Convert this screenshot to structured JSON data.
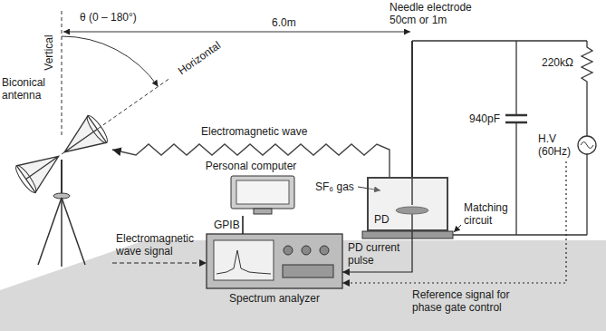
{
  "diagram": {
    "nodes": [
      {
        "text": [
          "Biconical antenna"
        ]
      },
      {
        "text": [
          "H.V (60Hz)"
        ]
      },
      {
        "text": [
          "Personal computer"
        ]
      },
      {
        "text": [
          "PD"
        ]
      },
      {
        "text": [
          "Spectrum analyzer"
        ]
      }
    ],
    "edges": [
      {
        "from": 3,
        "to": 0,
        "arrow": "to",
        "label": "Electromagnetic wave"
      },
      {
        "from": 2,
        "to": 4,
        "arrow": "none",
        "label": "GPIB"
      },
      {
        "from": 0,
        "to": 4,
        "arrow": "to",
        "label": "Electromagnetic wave signal"
      },
      {
        "from": 3,
        "to": 4,
        "arrow": "to",
        "label": "PD current pulse"
      },
      {
        "from": 1,
        "to": 4,
        "arrow": "to",
        "label": "Reference signal for phase gate control"
      }
    ],
    "labels": [
      "Vertical",
      "θ (0 – 180°)",
      "Horizontal",
      "6.0m",
      "Needle electrode 50cm or 1m",
      "220kΩ",
      "940pF",
      "SF₆ gas",
      "Matching circuit"
    ]
  }
}
